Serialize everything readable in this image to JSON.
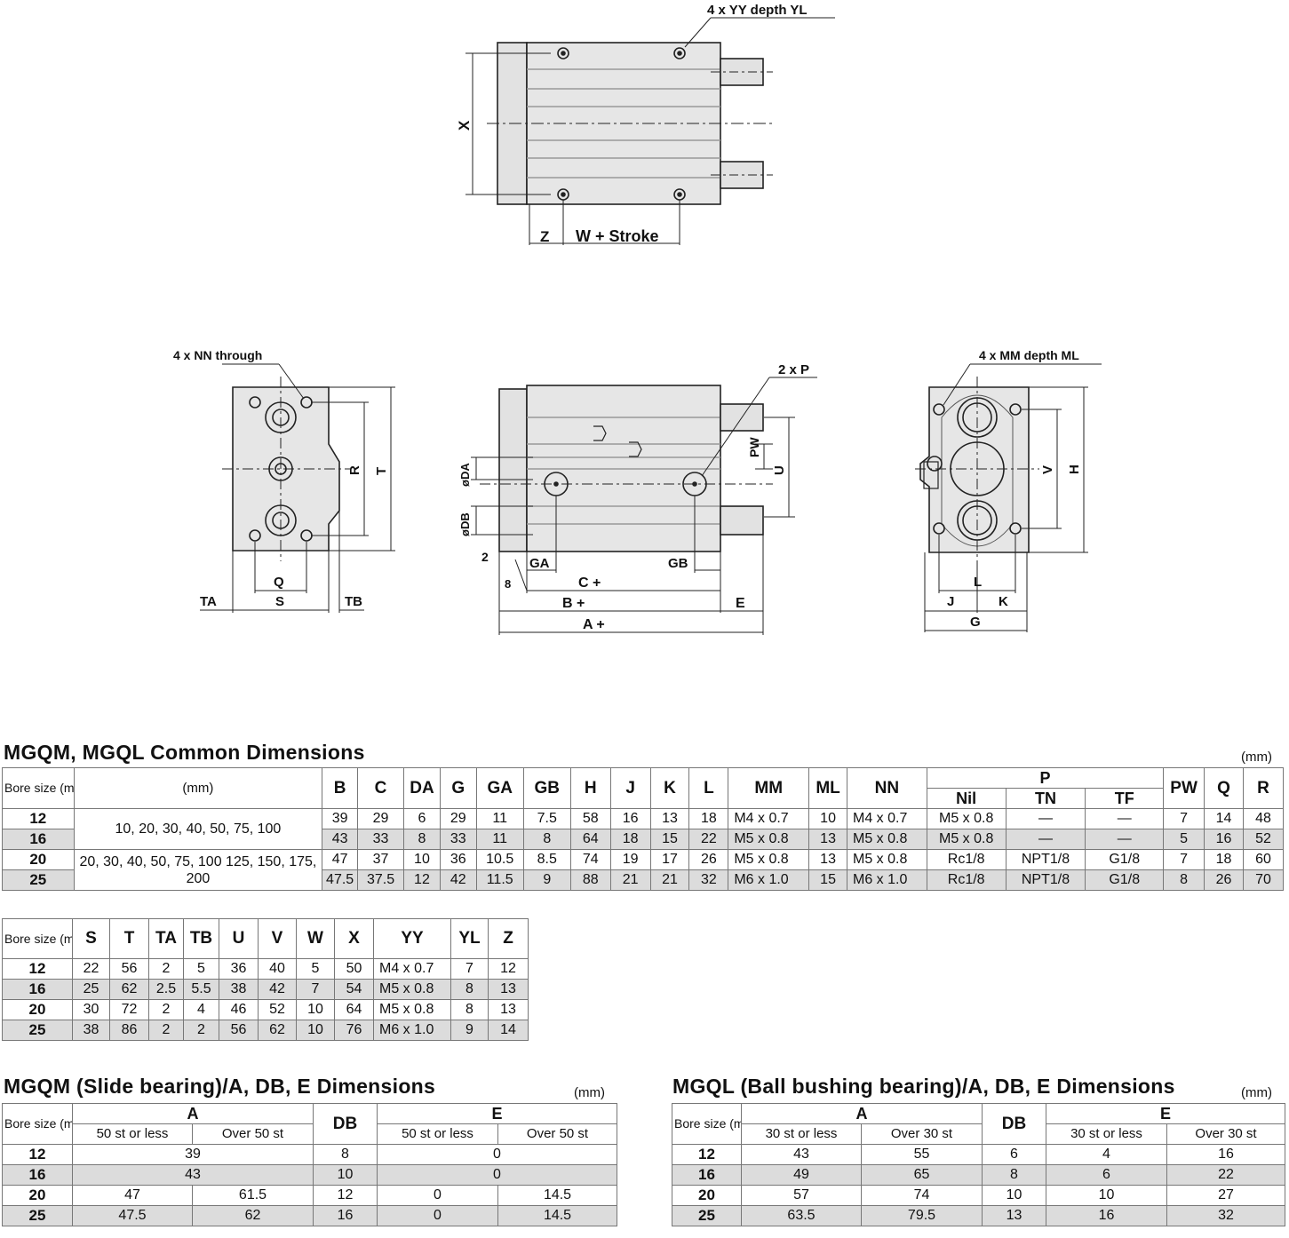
{
  "drawing_labels": {
    "top_holes": "4 x YY depth YL",
    "x": "X",
    "z": "Z",
    "w_stroke": "W + Stroke",
    "nn_through": "4 x NN through",
    "r": "R",
    "t": "T",
    "q": "Q",
    "s": "S",
    "ta": "TA",
    "tb": "TB",
    "port": "2 x P",
    "pw": "PW",
    "u": "U",
    "da": "øDA",
    "db": "øDB",
    "two": "2",
    "eight": "8",
    "ga": "GA",
    "gb": "GB",
    "c_plus": "C +",
    "b_plus": "B +",
    "e": "E",
    "a_plus": "A +",
    "mm_depth": "4 x MM depth ML",
    "v": "V",
    "h": "H",
    "l": "L",
    "j": "J",
    "k": "K",
    "g": "G"
  },
  "common": {
    "title": "MGQM, MGQL Common Dimensions",
    "unit": "(mm)",
    "headers": {
      "bore": "Bore size (mm)",
      "stroke": "(mm)",
      "cols": [
        "B",
        "C",
        "DA",
        "G",
        "GA",
        "GB",
        "H",
        "J",
        "K",
        "L",
        "MM",
        "ML",
        "NN"
      ],
      "p": "P",
      "p_sub": [
        "Nil",
        "TN",
        "TF"
      ],
      "tail": [
        "PW",
        "Q",
        "R"
      ]
    },
    "stroke_groups": [
      "10, 20, 30, 40, 50, 75, 100",
      "20, 30, 40, 50, 75, 100 125, 150, 175, 200"
    ],
    "rows": [
      {
        "bore": "12",
        "vals": [
          "39",
          "29",
          "6",
          "29",
          "11",
          "7.5",
          "58",
          "16",
          "13",
          "18",
          "M4 x 0.7",
          "10",
          "M4 x 0.7",
          "M5 x 0.8",
          "—",
          "—",
          "7",
          "14",
          "48"
        ]
      },
      {
        "bore": "16",
        "vals": [
          "43",
          "33",
          "8",
          "33",
          "11",
          "8",
          "64",
          "18",
          "15",
          "22",
          "M5 x 0.8",
          "13",
          "M5 x 0.8",
          "M5 x 0.8",
          "—",
          "—",
          "5",
          "16",
          "52"
        ]
      },
      {
        "bore": "20",
        "vals": [
          "47",
          "37",
          "10",
          "36",
          "10.5",
          "8.5",
          "74",
          "19",
          "17",
          "26",
          "M5 x 0.8",
          "13",
          "M5 x 0.8",
          "Rc1/8",
          "NPT1/8",
          "G1/8",
          "7",
          "18",
          "60"
        ]
      },
      {
        "bore": "25",
        "vals": [
          "47.5",
          "37.5",
          "12",
          "42",
          "11.5",
          "9",
          "88",
          "21",
          "21",
          "32",
          "M6 x 1.0",
          "15",
          "M6 x 1.0",
          "Rc1/8",
          "NPT1/8",
          "G1/8",
          "8",
          "26",
          "70"
        ]
      }
    ]
  },
  "second": {
    "headers": {
      "bore": "Bore size (mm)",
      "cols": [
        "S",
        "T",
        "TA",
        "TB",
        "U",
        "V",
        "W",
        "X",
        "YY",
        "YL",
        "Z"
      ]
    },
    "rows": [
      {
        "bore": "12",
        "vals": [
          "22",
          "56",
          "2",
          "5",
          "36",
          "40",
          "5",
          "50",
          "M4 x 0.7",
          "7",
          "12"
        ]
      },
      {
        "bore": "16",
        "vals": [
          "25",
          "62",
          "2.5",
          "5.5",
          "38",
          "42",
          "7",
          "54",
          "M5 x 0.8",
          "8",
          "13"
        ]
      },
      {
        "bore": "20",
        "vals": [
          "30",
          "72",
          "2",
          "4",
          "46",
          "52",
          "10",
          "64",
          "M5 x 0.8",
          "8",
          "13"
        ]
      },
      {
        "bore": "25",
        "vals": [
          "38",
          "86",
          "2",
          "2",
          "56",
          "62",
          "10",
          "76",
          "M6 x 1.0",
          "9",
          "14"
        ]
      }
    ]
  },
  "mgqm": {
    "title": "MGQM (Slide bearing)/A, DB, E Dimensions",
    "unit": "(mm)",
    "headers": {
      "bore": "Bore size (mm)",
      "a": "A",
      "db": "DB",
      "e": "E",
      "a_sub": [
        "50 st or less",
        "Over 50 st"
      ],
      "e_sub": [
        "50 st or less",
        "Over 50 st"
      ]
    },
    "rows": [
      {
        "bore": "12",
        "a": "39",
        "db": "8",
        "e": "0"
      },
      {
        "bore": "16",
        "a": "43",
        "db": "10",
        "e": "0"
      },
      {
        "bore": "20",
        "a1": "47",
        "a2": "61.5",
        "db": "12",
        "e1": "0",
        "e2": "14.5"
      },
      {
        "bore": "25",
        "a1": "47.5",
        "a2": "62",
        "db": "16",
        "e1": "0",
        "e2": "14.5"
      }
    ]
  },
  "mgql": {
    "title": "MGQL (Ball bushing bearing)/A, DB, E Dimensions",
    "unit": "(mm)",
    "headers": {
      "bore": "Bore size (mm)",
      "a": "A",
      "db": "DB",
      "e": "E",
      "a_sub": [
        "30 st or less",
        "Over 30 st"
      ],
      "e_sub": [
        "30 st or less",
        "Over 30 st"
      ]
    },
    "rows": [
      {
        "bore": "12",
        "a1": "43",
        "a2": "55",
        "db": "6",
        "e1": "4",
        "e2": "16"
      },
      {
        "bore": "16",
        "a1": "49",
        "a2": "65",
        "db": "8",
        "e1": "6",
        "e2": "22"
      },
      {
        "bore": "20",
        "a1": "57",
        "a2": "74",
        "db": "10",
        "e1": "10",
        "e2": "27"
      },
      {
        "bore": "25",
        "a1": "63.5",
        "a2": "79.5",
        "db": "13",
        "e1": "16",
        "e2": "32"
      }
    ]
  }
}
